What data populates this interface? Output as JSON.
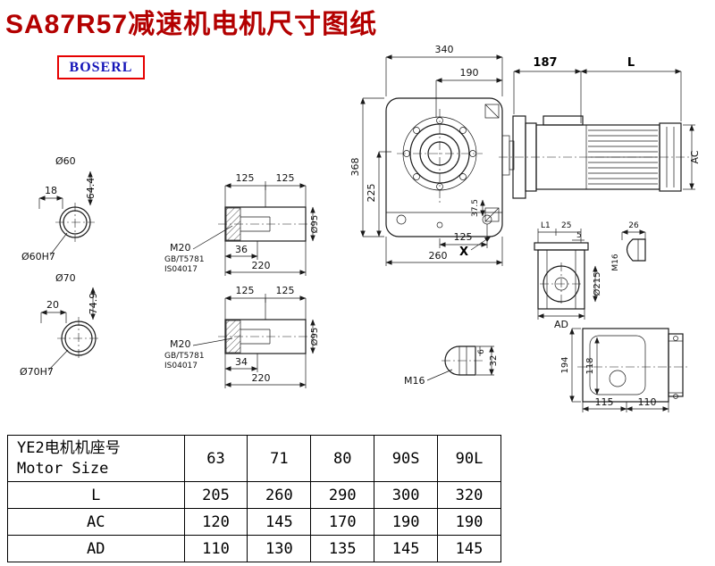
{
  "title": "SA87R57减速机电机尺寸图纸",
  "logo": {
    "text": "BOSERL"
  },
  "views": {
    "shaft60": {
      "dia": "Ø60",
      "len": "18",
      "height": "64.4",
      "fit": "Ø60H7"
    },
    "shaft70": {
      "dia": "Ø70",
      "len": "20",
      "height": "74.9",
      "fit": "Ø70H7"
    },
    "key_detail_top": {
      "seg1": "125",
      "seg2": "125",
      "thread": "M20",
      "std1": "GB/T5781",
      "std2": "IS04017",
      "key_len": "36",
      "total_len": "220",
      "dia": "Ø95"
    },
    "key_detail_bottom": {
      "seg1": "125",
      "seg2": "125",
      "thread": "M20",
      "std1": "GB/T5781",
      "std2": "IS04017",
      "key_len": "34",
      "total_len": "220",
      "dia": "Ø95"
    },
    "front_view": {
      "overall_width": "340",
      "flange_offset": "190",
      "overall_height": "368",
      "center_height": "225",
      "foot": "37.5",
      "base_half": "125",
      "base_width": "260",
      "section_mark": "X"
    },
    "motor_view": {
      "adapter_len": "187",
      "body_len": "L",
      "frame_dia": "AC"
    },
    "side_view": {
      "l1": "L1",
      "d25": "25",
      "d5": "5",
      "dia": "Ø215",
      "width": "AD"
    },
    "plug_right": {
      "len": "26",
      "thread": "M16"
    },
    "plug_bottom": {
      "thread": "M16",
      "chamfer": "6",
      "height": "32"
    },
    "rear_view": {
      "height": "194",
      "inner_height": "118",
      "w_left": "115",
      "w_right": "110"
    }
  },
  "table": {
    "header": {
      "line1": "YE2电机机座号",
      "line2": "Motor Size",
      "cols": [
        "63",
        "71",
        "80",
        "90S",
        "90L"
      ]
    },
    "rows": [
      {
        "label": "L",
        "values": [
          "205",
          "260",
          "290",
          "300",
          "320"
        ]
      },
      {
        "label": "AC",
        "values": [
          "120",
          "145",
          "170",
          "190",
          "190"
        ]
      },
      {
        "label": "AD",
        "values": [
          "110",
          "130",
          "135",
          "145",
          "145"
        ]
      }
    ]
  },
  "colors": {
    "line": "#1a1a1a",
    "title": "#b30000",
    "logo_border": "#e60000",
    "logo_text": "#1414b8"
  }
}
